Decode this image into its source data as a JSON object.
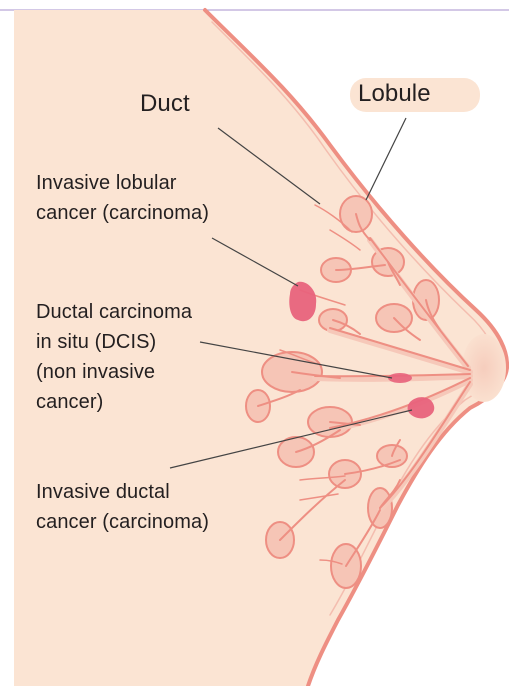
{
  "diagram": {
    "labels": {
      "duct": "Duct",
      "lobule": "Lobule",
      "invasive_lobular": [
        "Invasive lobular",
        "cancer (carcinoma)"
      ],
      "dcis": [
        "Ductal carcinoma",
        "in situ (DCIS)",
        "(non invasive",
        "cancer)"
      ],
      "invasive_ductal": [
        "Invasive ductal",
        "cancer (carcinoma)"
      ]
    },
    "colors": {
      "skin": "#fbe4d3",
      "outline": "#ee8f83",
      "lobule_fill": "#f6c5b6",
      "duct_fill": "#f6c8b9",
      "tumor": "#e8637c",
      "leader_line": "#444444",
      "label_band": "#fbe4d3",
      "text": "#231f20",
      "top_rule": "#b9a6d6"
    }
  }
}
